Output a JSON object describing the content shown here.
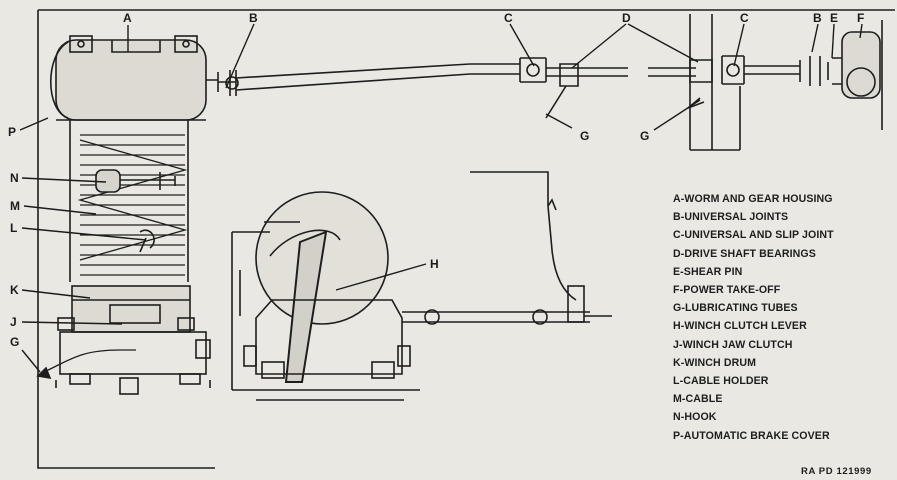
{
  "callouts": {
    "A": "A",
    "B": "B",
    "C": "C",
    "D": "D",
    "E": "E",
    "F": "F",
    "G": "G",
    "H": "H",
    "J": "J",
    "K": "K",
    "L": "L",
    "M": "M",
    "N": "N",
    "P": "P"
  },
  "legend": [
    "A-WORM AND GEAR HOUSING",
    "B-UNIVERSAL JOINTS",
    "C-UNIVERSAL AND SLIP JOINT",
    "D-DRIVE SHAFT BEARINGS",
    "E-SHEAR PIN",
    "F-POWER TAKE-OFF",
    "G-LUBRICATING TUBES",
    "H-WINCH CLUTCH LEVER",
    "J-WINCH JAW CLUTCH",
    "K-WINCH DRUM",
    "L-CABLE HOLDER",
    "M-CABLE",
    "N-HOOK",
    "P-AUTOMATIC BRAKE COVER"
  ],
  "reference_code": "RA PD 121999"
}
